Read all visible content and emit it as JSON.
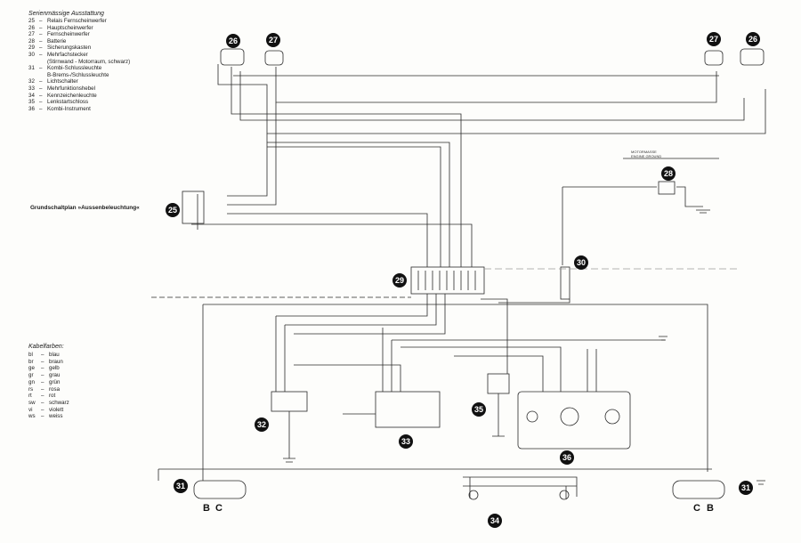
{
  "legend": {
    "title": "Serienmässige Ausstattung",
    "items": [
      {
        "num": "25",
        "label": "Relais Fernscheinwerfer"
      },
      {
        "num": "26",
        "label": "Hauptscheinwerfer"
      },
      {
        "num": "27",
        "label": "Fernscheinwerfer"
      },
      {
        "num": "28",
        "label": "Batterie"
      },
      {
        "num": "29",
        "label": "Sicherungskasten"
      },
      {
        "num": "30",
        "label": "Mehrfachstecker"
      },
      {
        "num": "",
        "label": "(Stirnwand - Motorraum, schwarz)"
      },
      {
        "num": "31",
        "label": "Kombi-Schlussleuchte"
      },
      {
        "num": "",
        "label": "B-Brems-/Schlussleuchte"
      },
      {
        "num": "32",
        "label": "Lichtschalter"
      },
      {
        "num": "33",
        "label": "Mehrfunktionshebel"
      },
      {
        "num": "34",
        "label": "Kennzeichenleuchte"
      },
      {
        "num": "35",
        "label": "Lenkstartschloss"
      },
      {
        "num": "36",
        "label": "Kombi-Instrument"
      }
    ]
  },
  "subtitle": "Grundschaltplan »Aussenbeleuchtung«",
  "cable_colors": {
    "title": "Kabelfarben:",
    "items": [
      {
        "code": "bl",
        "label": "blau"
      },
      {
        "code": "br",
        "label": "braun"
      },
      {
        "code": "ge",
        "label": "gelb"
      },
      {
        "code": "gr",
        "label": "grau"
      },
      {
        "code": "gn",
        "label": "grün"
      },
      {
        "code": "rs",
        "label": "rosa"
      },
      {
        "code": "rt",
        "label": "rot"
      },
      {
        "code": "sw",
        "label": "schwarz"
      },
      {
        "code": "vi",
        "label": "violett"
      },
      {
        "code": "ws",
        "label": "weiss"
      }
    ]
  },
  "callouts": [
    "26",
    "27",
    "27",
    "26",
    "28",
    "25",
    "29",
    "30",
    "32",
    "33",
    "35",
    "36",
    "31",
    "34",
    "31"
  ],
  "plug_letters": [
    "B",
    "C",
    "C",
    "B"
  ],
  "engine_ground": [
    "MOTORMASSE",
    "ENGINE GROUND"
  ]
}
